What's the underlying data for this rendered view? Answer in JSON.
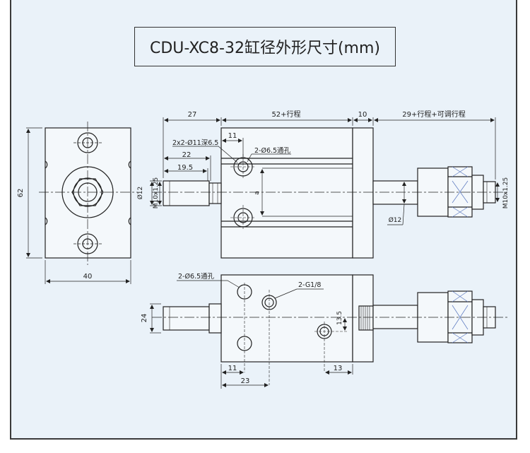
{
  "title": "CDU-XC8-32缸径外形尺寸(mm)",
  "dims": {
    "d27": "27",
    "d52": "52+行程",
    "d10": "10",
    "d29": "29+行程+可调行程",
    "d11_top": "11",
    "d_2x2": "2x2-Ø11深6.5",
    "d22": "22",
    "d_hole_top": "2-Ø6.5通孔",
    "d19_5": "19.5",
    "d_o12_left": "Ø12",
    "d_m10_left": "M10x1.25",
    "d_a": "a",
    "d62": "62",
    "d40": "40",
    "d_o12_rod": "Ø12",
    "d_m10_right": "M10x1.25",
    "d_hole_bottom": "2-Ø6.5通孔",
    "d_g18": "2-G1/8",
    "d24": "24",
    "d13_5": "13.5",
    "d11_bottom": "11",
    "d13": "13",
    "d23": "23"
  }
}
